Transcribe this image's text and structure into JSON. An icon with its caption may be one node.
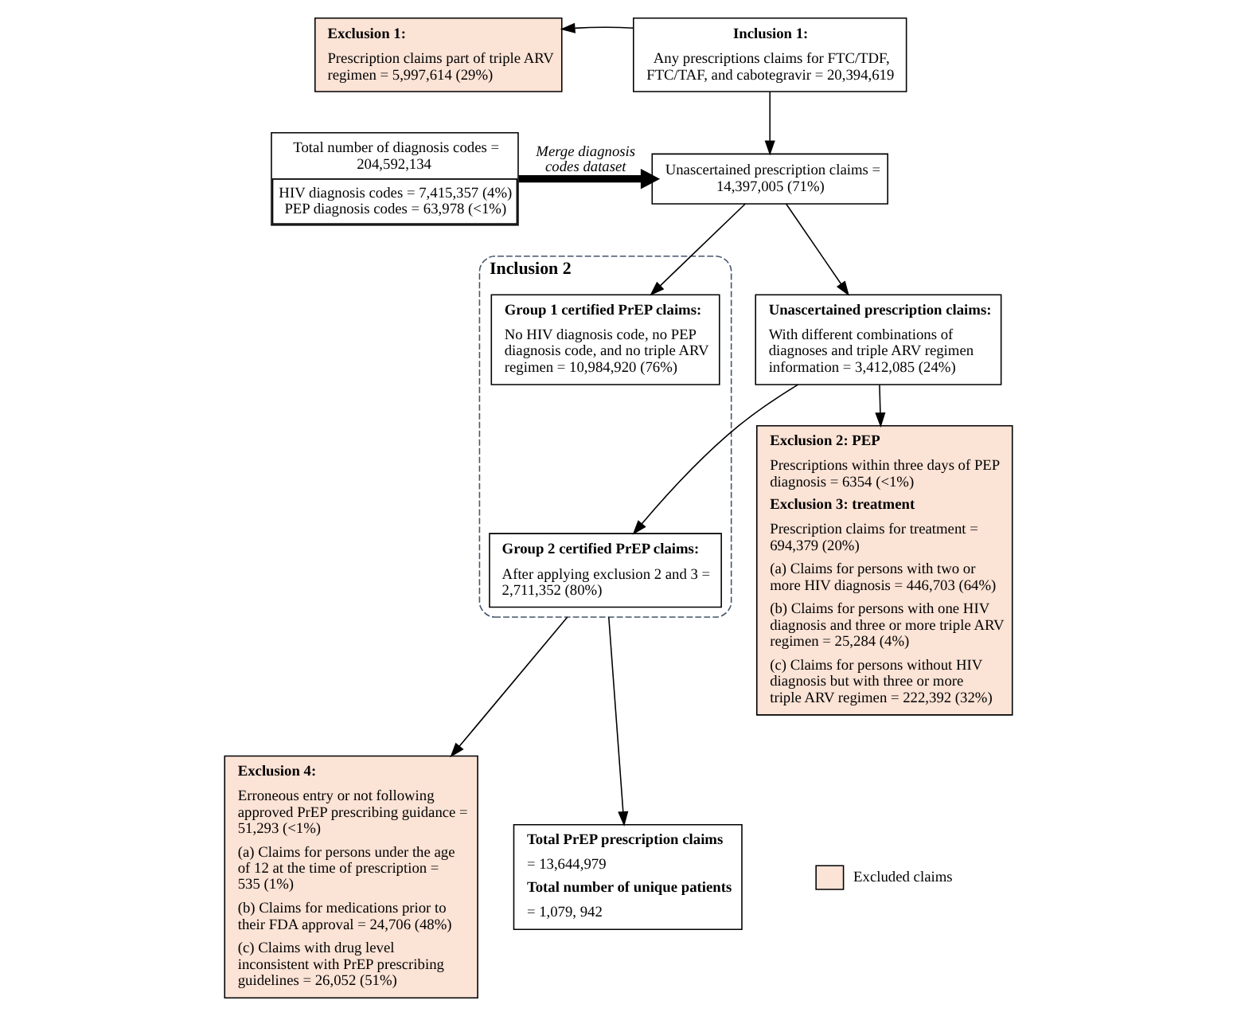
{
  "diagram": {
    "nodes": [
      {
        "text": [
          "Inclusion 1:",
          "Any prescriptions claims for FTC/TDF, FTC/TAF, and cabotegravir = 20,394,619"
        ]
      },
      {
        "text": [
          "Exclusion 1:",
          "Prescription claims part of triple ARV regimen = 5,997,614 (29%)"
        ]
      },
      {
        "text": [
          "Unascertained prescription claims = 14,397,005 (71%)"
        ]
      },
      {
        "text": [
          "Total number of diagnosis codes = 204,592,134",
          "HIV diagnosis codes = 7,415,357 (4%) PEP diagnosis codes = 63,978 (<1%)"
        ]
      },
      {
        "text": [
          "Unascertained prescription claims:",
          "With different combinations of diagnoses and triple ARV regimen information = 3,412,085 (24%)"
        ]
      },
      {
        "text": [
          "Inclusion 2"
        ]
      },
      {
        "text": [
          "Group 1 certified PrEP claims:",
          "No HIV diagnosis code, no PEP diagnosis code, and no triple ARV regimen = 10,984,920 (76%)"
        ],
        "in": 5
      },
      {
        "text": [
          "Group 2 certified PrEP claims:",
          "After applying exclusion 2 and 3 = 2,711,352 (80%)"
        ],
        "in": 5
      },
      {
        "text": [
          "Exclusion 2: PEP",
          "Prescriptions within three days of PEP diagnosis = 6354 (<1%)",
          "Exclusion 3: treatment",
          "Prescription claims for treatment = 694,379 (20%)",
          "(a) Claims for persons with two or more HIV diagnosis = 446,703 (64%)",
          "(b) Claims for persons with one HIV diagnosis and three or more triple ARV regimen = 25,284 (4%)",
          "(c) Claims for persons without HIV diagnosis but with three or more triple ARV regimen = 222,392 (32%)"
        ]
      },
      {
        "text": [
          "Exclusion 4:",
          "Erroneous entry or not following approved PrEP prescribing guidance = 51,293 (<1%)",
          "(a) Claims for persons under the age of 12 at the time of prescription = 535 (1%)",
          "(b) Claims for medications prior to their FDA approval = 24,706 (48%)",
          "(c) Claims with drug level inconsistent with PrEP prescribing guidelines = 26,052 (51%)"
        ]
      },
      {
        "text": [
          "Total PrEP prescription claims",
          "= 13,644,979",
          "Total number of unique patients",
          "= 1,079, 942"
        ]
      }
    ],
    "edges": [
      {
        "from": 0,
        "to": 1,
        "arrow": "to"
      },
      {
        "from": 0,
        "to": 2,
        "arrow": "to"
      },
      {
        "from": 3,
        "to": 2,
        "arrow": "to",
        "label": "Merge diagnosis codes dataset",
        "style": "thick"
      },
      {
        "from": 2,
        "to": 4,
        "arrow": "to"
      },
      {
        "from": 2,
        "to": 6,
        "arrow": "to"
      },
      {
        "from": 4,
        "to": 8,
        "arrow": "to"
      },
      {
        "from": 4,
        "to": 7,
        "arrow": "to"
      },
      {
        "from": 5,
        "to": 9,
        "arrow": "to"
      },
      {
        "from": 5,
        "to": 10,
        "arrow": "to"
      }
    ],
    "legend": [
      {
        "text": "Excluded claims",
        "color": "#fbe3d6"
      }
    ]
  }
}
